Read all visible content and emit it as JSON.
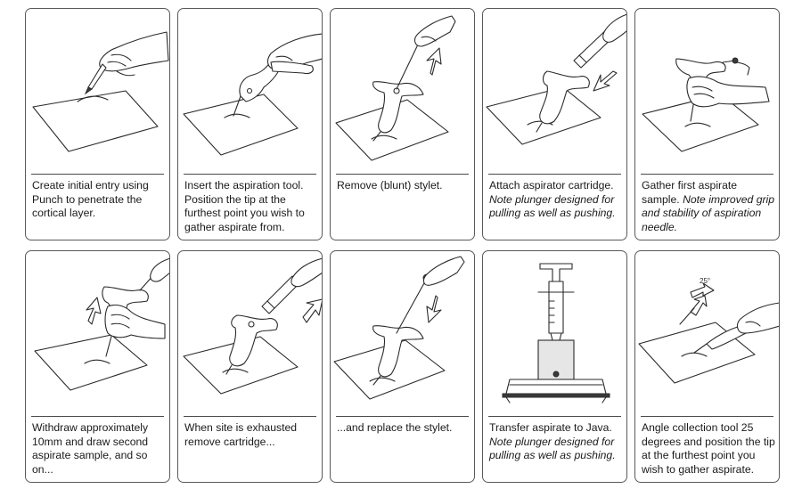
{
  "steps": [
    {
      "id": 1,
      "caption": "Create initial entry using Punch to penetrate the cortical layer.",
      "note": ""
    },
    {
      "id": 2,
      "caption": "Insert the aspiration tool. Position the tip at the furthest point you wish to gather aspirate from.",
      "note": ""
    },
    {
      "id": 3,
      "caption": "Remove (blunt) stylet.",
      "note": ""
    },
    {
      "id": 4,
      "caption": "Attach aspirator cartridge.",
      "note": "Note plunger designed for pulling as well as pushing."
    },
    {
      "id": 5,
      "caption": "Gather first aspirate sample.",
      "note": "Note improved grip and stability of aspiration needle."
    },
    {
      "id": 6,
      "caption": "Withdraw approximately 10mm and draw second aspirate sample, and so on...",
      "note": ""
    },
    {
      "id": 7,
      "caption": "When site is exhausted remove cartridge...",
      "note": ""
    },
    {
      "id": 8,
      "caption": "...and replace the stylet.",
      "note": ""
    },
    {
      "id": 9,
      "caption": "Transfer aspirate to Java.",
      "note": "Note plunger designed for pulling as well as pushing."
    },
    {
      "id": 10,
      "caption": "Angle collection tool 25 degrees and position the tip at the furthest point you wish to gather aspirate.",
      "note": "",
      "angle_label": "25°"
    }
  ]
}
